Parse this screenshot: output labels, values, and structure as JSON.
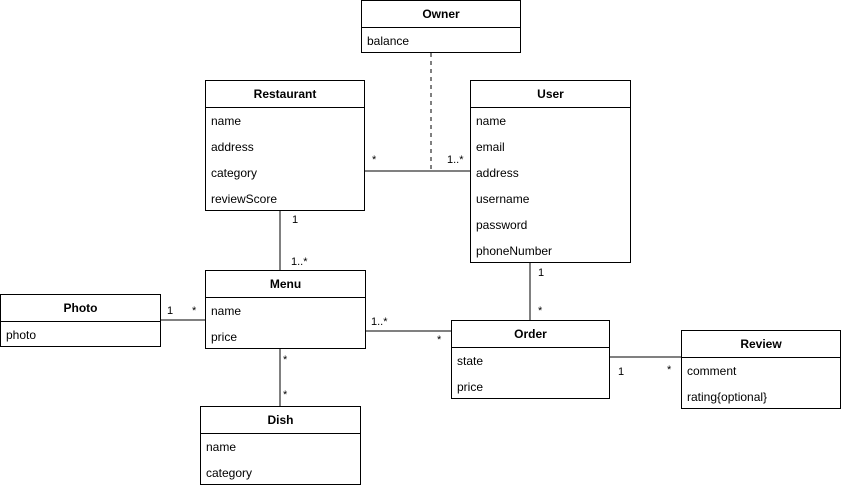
{
  "classes": {
    "owner": {
      "name": "Owner",
      "attributes": [
        "balance"
      ]
    },
    "restaurant": {
      "name": "Restaurant",
      "attributes": [
        "name",
        "address",
        "category",
        "reviewScore"
      ]
    },
    "user": {
      "name": "User",
      "attributes": [
        "name",
        "email",
        "address",
        "username",
        "password",
        "phoneNumber"
      ]
    },
    "menu": {
      "name": "Menu",
      "attributes": [
        "name",
        "price"
      ]
    },
    "photo": {
      "name": "Photo",
      "attributes": [
        "photo"
      ]
    },
    "order": {
      "name": "Order",
      "attributes": [
        "state",
        "price"
      ]
    },
    "review": {
      "name": "Review",
      "attributes": [
        "comment",
        "rating{optional}"
      ]
    },
    "dish": {
      "name": "Dish",
      "attributes": [
        "name",
        "category"
      ]
    }
  },
  "multiplicities": {
    "restaurant_user_restaurant_end": "*",
    "restaurant_user_user_end": "1..*",
    "restaurant_menu_restaurant_end": "1",
    "restaurant_menu_menu_end": "1..*",
    "photo_menu_photo_end": "1",
    "photo_menu_menu_end": "*",
    "menu_order_menu_end": "1..*",
    "menu_order_order_end": "*",
    "user_order_user_end": "1",
    "user_order_order_end": "*",
    "order_review_order_end": "1",
    "order_review_review_end": "*",
    "menu_dish_menu_end": "*",
    "menu_dish_dish_end": "*"
  }
}
